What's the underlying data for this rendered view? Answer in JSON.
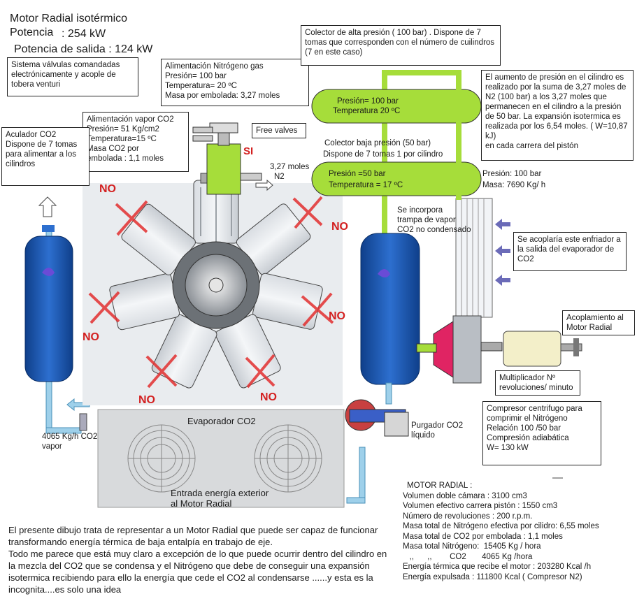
{
  "header": {
    "title": "Motor Radial isotérmico",
    "potencia_label": "Potencia",
    "potencia_value": ": 254 kW",
    "salida": "Potencia de salida : 124 kW"
  },
  "labels": {
    "sistema_valvulas": "Sistema válvulas comandadas electrónicamente y acople de tobera venturi",
    "alimentacion_n2": "Alimentación Nitrógeno gas\nPresión= 100 bar\nTemperatura= 20 ºC\n     Masa por embolada: 3,27 moles",
    "alimentacion_co2": "Alimentación vapor CO2\nPresión= 51 Kg/cm2\nTemperatura=15 ºC\nMasa CO2 por\nembolada : 1,1 moles",
    "acumulador": "Aculador CO2\nDispone de 7 tomas para alimentar a los cilindros",
    "free_valves": "Free valves",
    "si": "SI",
    "moles_n2_a": "3,27 moles",
    "moles_n2_b": "N2",
    "colector_alta": "Colector de alta presión ( 100 bar) . Dispone de 7 tomas que corresponden con el número de cuilindros  (7 en este caso)",
    "tank_alta_1": "Presión= 100 bar",
    "tank_alta_2": "Temperatura 20 ºC",
    "colector_baja_1": "Colector baja presión (50 bar)",
    "colector_baja_2": "Dispone de 7 tomas 1 por cilindro",
    "tank_baja_1": "Presión =50 bar",
    "tank_baja_2": "Temperatura = 17 ºC",
    "aumento": "El aumento de presión en el cilindro es realizado por  la suma    de 3,27 moles de N2 (100 bar) a los 3,27 moles que permanecen en el cilindro a la presión de 50 bar. La expansión isotermica es realizada por los 6,54 moles. ( W=10,87 kJ)\n  en cada carrera del pistón",
    "presion_100": "Presión: 100 bar",
    "masa_7690": "Masa: 7690 Kg/ h",
    "trampa": "Se incorpora\ntrampa de vapor\nCO2 no condensado",
    "enfriador": "Se acoplaría este enfriador a la salida del evaporador de CO2",
    "acoplamiento": "Acoplamiento al Motor Radial",
    "multiplicador": "Multiplicador Nº revoluciones/ minuto",
    "compresor": "Compresor centrifugo para comprimir el Nitrógeno\nRelación 100 /50 bar\nCompresión adiabática\n W= 130 kW",
    "purgador": "Purgador CO2\nlíquido",
    "evaporador": "Evaporador CO2",
    "entrada": "Entrada energía exterior\nal Motor Radial",
    "vapor_co2": "4065 Kg/h CO2\nvapor",
    "no": "NO"
  },
  "specs": {
    "title": "MOTOR RADIAL :",
    "lines": [
      "Volumen doble cámara : 3100 cm3",
      " Volumen efectivo carrera pistón : 1550 cm3",
      " Número de revoluciones : 200 r.p.m.",
      "Masa total de Nitrógeno efectiva por cilidro: 6,55 moles",
      "Masa total de CO2 por embolada : 1,1 moles",
      "Masa total Nitrógeno:  15405 Kg / hora",
      "   ,,      ,,        CO2       4065 Kg /hora",
      "Energía térmica que recibe el motor : 203280 Kcal /h",
      "Energía expulsada : 111800 Kcal ( Compresor N2)"
    ]
  },
  "description": "El presente dibujo trata de representar a un Motor Radial que puede ser capaz de funcionar transformando energía térmica de baja entalpía en trabajo de eje.\nTodo me parece que está muy claro a excepción de lo que puede ocurrir dentro del cilindro en la mezcla del CO2 que se condensa y el Nitrógeno que debe de conseguir una expansión isotermica recibiendo para ello la energía que cede el CO2 al condensarse ......y esta es la incognita....es solo una idea",
  "colors": {
    "tank_green": "#a6dd3a",
    "accumulator_blue": "#1e5fb8",
    "pipe_blue": "#9ed0ea",
    "engine_grey": "#c7cdd3",
    "red": "#d32020"
  }
}
